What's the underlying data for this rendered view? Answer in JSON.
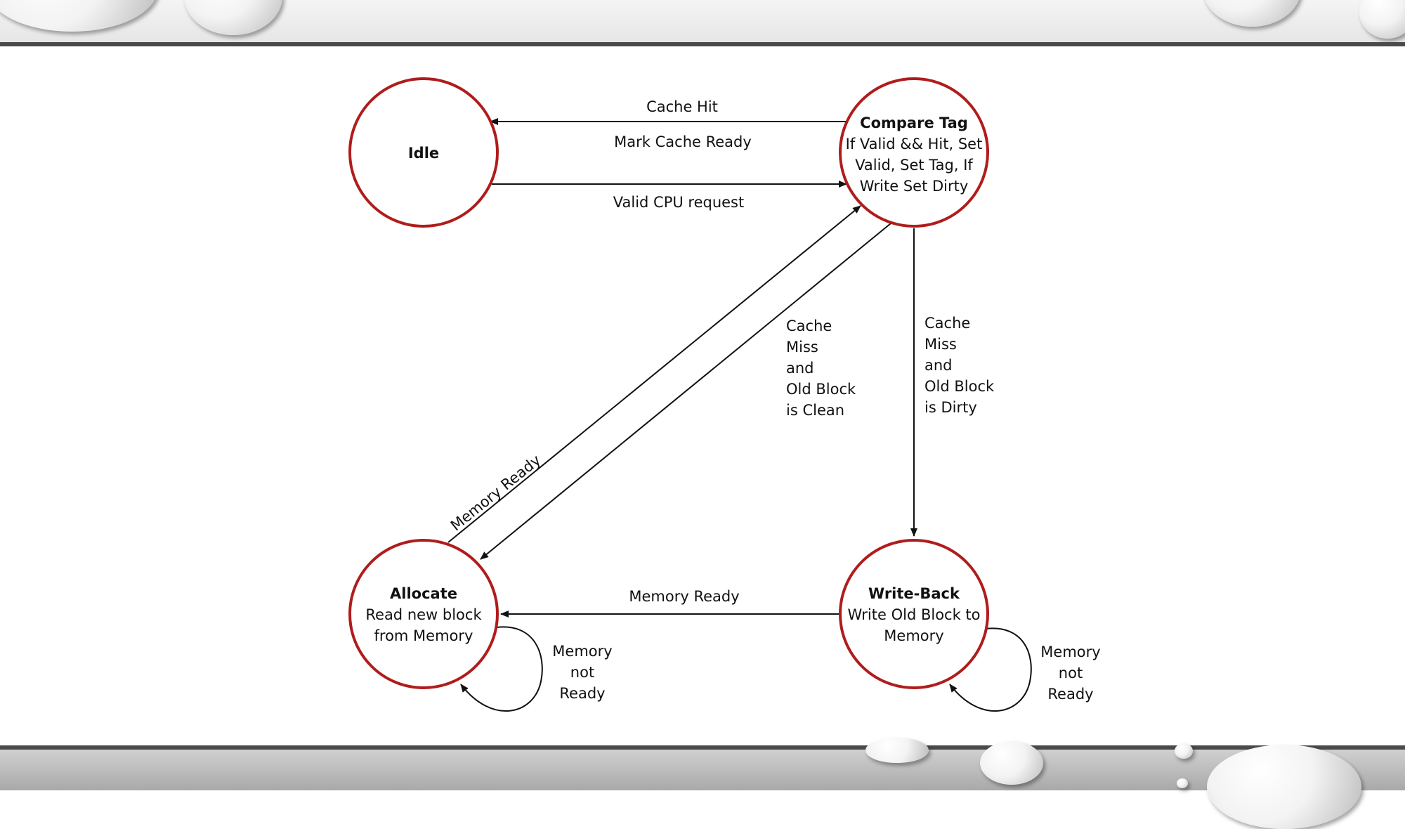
{
  "colors": {
    "state_border": "#b01c1c",
    "arrow": "#111111",
    "rule": "#4a4a4a"
  },
  "states": {
    "idle": {
      "title": "Idle",
      "body": []
    },
    "compare_tag": {
      "title": "Compare Tag",
      "body": [
        "If Valid && Hit, Set",
        "Valid, Set Tag, If",
        "Write Set Dirty"
      ]
    },
    "allocate": {
      "title": "Allocate",
      "body": [
        "Read new block",
        "from Memory"
      ]
    },
    "write_back": {
      "title": "Write-Back",
      "body": [
        "Write Old Block to",
        "Memory"
      ]
    }
  },
  "transitions": {
    "cache_hit": [
      "Cache Hit"
    ],
    "mark_cache_ready": [
      "Mark Cache Ready"
    ],
    "valid_cpu_request": [
      "Valid CPU request"
    ],
    "miss_clean": [
      "Cache",
      "Miss",
      "and",
      "Old Block",
      "is Clean"
    ],
    "miss_dirty": [
      "Cache",
      "Miss",
      "and",
      "Old Block",
      "is Dirty"
    ],
    "alloc_memory_ready": [
      "Memory Ready"
    ],
    "wb_memory_ready": [
      "Memory Ready"
    ],
    "alloc_not_ready": [
      "Memory",
      "not",
      "Ready"
    ],
    "wb_not_ready": [
      "Memory",
      "not",
      "Ready"
    ]
  }
}
